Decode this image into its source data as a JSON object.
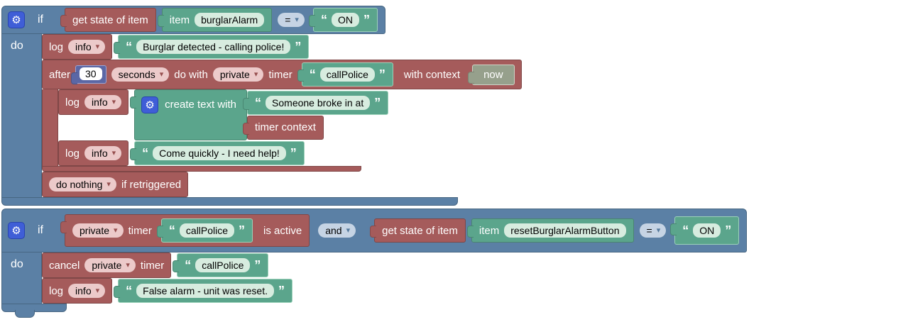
{
  "glyphs": {
    "gear": "⚙",
    "dropdown": "▾",
    "quote_open": "“",
    "quote_close": "”"
  },
  "colors": {
    "logic_blue": "#5b80a5",
    "action_red": "#a55b5b",
    "text_green": "#5ba58c",
    "field_green": "#d7ecdf",
    "field_pink": "#eccaca",
    "field_blue": "#c6d4e4",
    "number_blue": "#5b67a5",
    "context_grey": "#96a08c",
    "mutator_blue": "#3f5ed7"
  },
  "block1": {
    "if_label": "if",
    "do_label": "do",
    "condition": {
      "get_state_label": "get state of item",
      "item_label": "item",
      "item_name": "burglarAlarm",
      "operator": "=",
      "value": "ON"
    },
    "log1": {
      "label": "log",
      "level": "info",
      "message": "Burglar detected - calling police!"
    },
    "after": {
      "after_label": "after",
      "delay": "30",
      "unit": "seconds",
      "do_with_label": "do with",
      "scope": "private",
      "timer_label": "timer",
      "timer_name": "callPolice",
      "context_label": "with context",
      "context_value": "now"
    },
    "log2": {
      "label": "log",
      "level": "info",
      "create_label": "create text with",
      "text1": "Someone broke in at",
      "text2": "timer context"
    },
    "log3": {
      "label": "log",
      "level": "info",
      "message": "Come quickly - I need help!"
    },
    "retrigger": {
      "option": "do nothing",
      "suffix": "if retriggered"
    }
  },
  "block2": {
    "if_label": "if",
    "do_label": "do",
    "cond1": {
      "scope": "private",
      "timer_label": "timer",
      "timer_name": "callPolice",
      "suffix": "is active"
    },
    "operator": "and",
    "cond2": {
      "get_state_label": "get state of item",
      "item_label": "item",
      "item_name": "resetBurglarAlarmButton",
      "operator": "=",
      "value": "ON"
    },
    "cancel": {
      "label": "cancel",
      "scope": "private",
      "timer_label": "timer",
      "timer_name": "callPolice"
    },
    "log1": {
      "label": "log",
      "level": "info",
      "message": "False alarm - unit was reset."
    }
  }
}
